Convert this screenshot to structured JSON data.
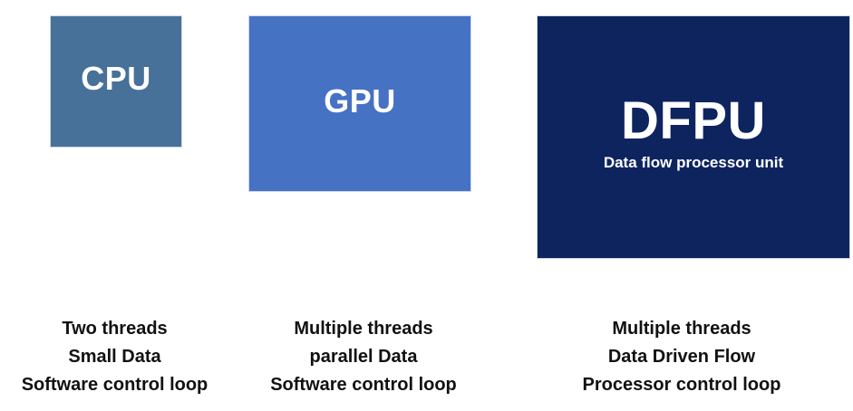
{
  "diagram": {
    "colors": {
      "cpu": "#477199",
      "gpu": "#4672c4",
      "dfpu": "#0e245f",
      "text_on_box": "#ffffff",
      "description_text": "#111111"
    },
    "boxes": [
      {
        "id": "cpu",
        "title": "CPU",
        "subtitle": "",
        "description": [
          "Two threads",
          "Small Data",
          "Software control loop"
        ]
      },
      {
        "id": "gpu",
        "title": "GPU",
        "subtitle": "",
        "description": [
          "Multiple threads",
          "parallel Data",
          "Software control loop"
        ]
      },
      {
        "id": "dfpu",
        "title": "DFPU",
        "subtitle": "Data flow processor unit",
        "description": [
          "Multiple threads",
          "Data Driven Flow",
          "Processor control loop"
        ]
      }
    ]
  }
}
